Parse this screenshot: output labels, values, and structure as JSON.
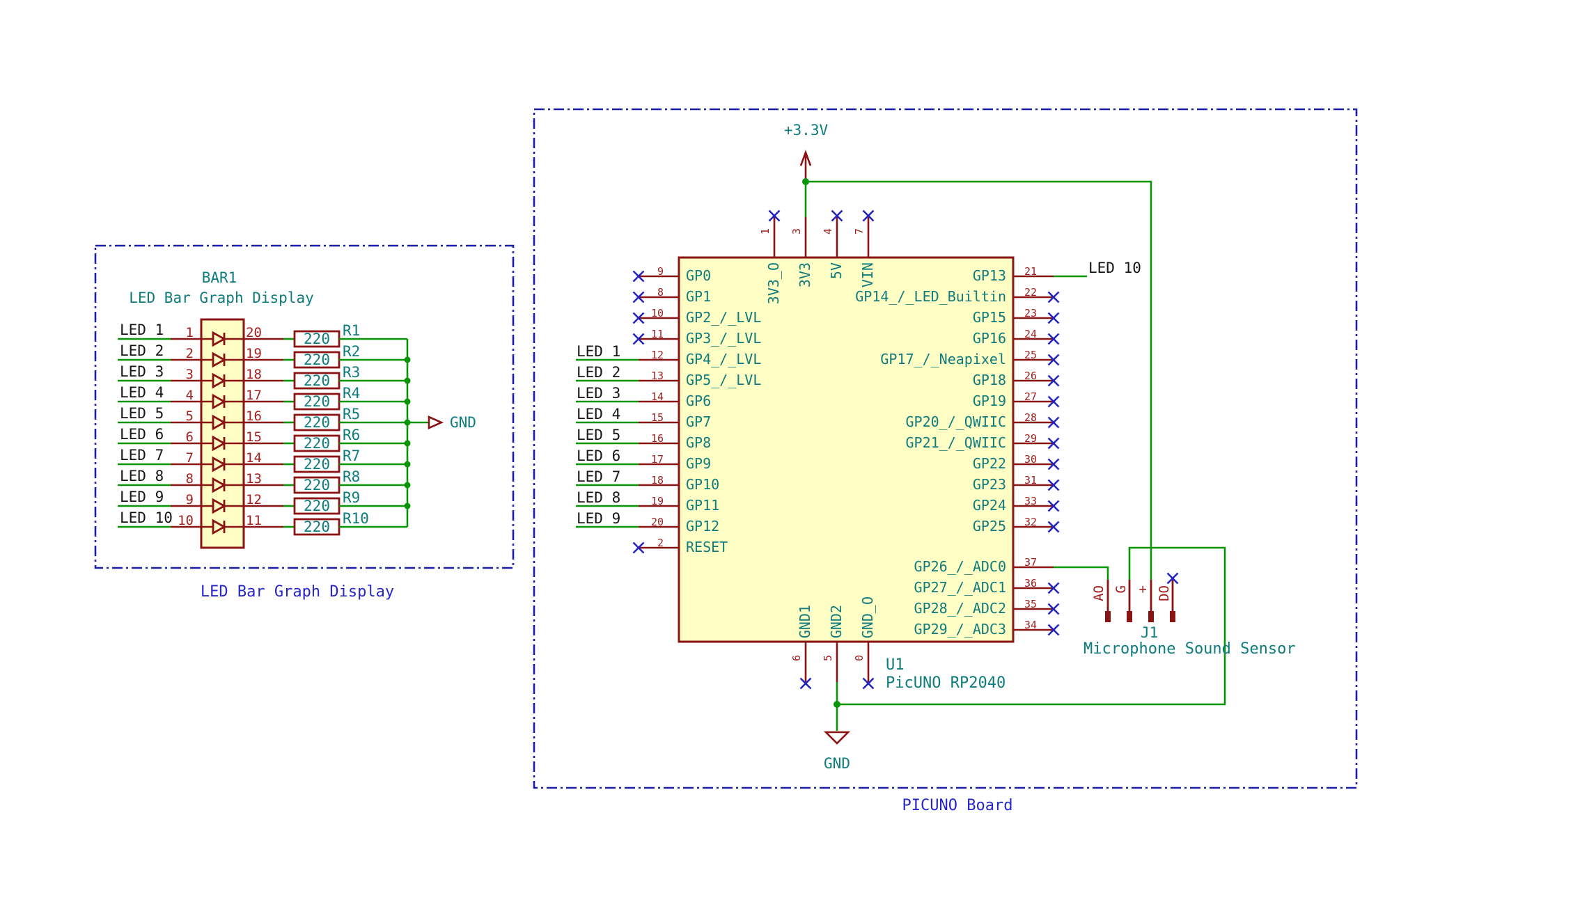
{
  "colors": {
    "wire_green": "#089608",
    "symbol_red": "#8a1313",
    "pin_number_red": "#a22020",
    "pin_name_teal": "#0e7c7c",
    "net_label_black": "#161616",
    "no_connect_blue": "#2324bd",
    "sheet_border_blue": "#1b1fa6",
    "sheet_text_blue": "#2626c9",
    "symbol_fill_yellow": "#fffec5"
  },
  "led_module": {
    "sheet_label": "LED Bar Graph Display",
    "ref": "BAR1",
    "value": "LED Bar Graph Display",
    "gnd_label": "GND",
    "rows": [
      {
        "net": "LED 1",
        "pin_l": "1",
        "pin_r": "20",
        "r_ref": "R1",
        "r_val": "220"
      },
      {
        "net": "LED 2",
        "pin_l": "2",
        "pin_r": "19",
        "r_ref": "R2",
        "r_val": "220"
      },
      {
        "net": "LED 3",
        "pin_l": "3",
        "pin_r": "18",
        "r_ref": "R3",
        "r_val": "220"
      },
      {
        "net": "LED 4",
        "pin_l": "4",
        "pin_r": "17",
        "r_ref": "R4",
        "r_val": "220"
      },
      {
        "net": "LED 5",
        "pin_l": "5",
        "pin_r": "16",
        "r_ref": "R5",
        "r_val": "220"
      },
      {
        "net": "LED 6",
        "pin_l": "6",
        "pin_r": "15",
        "r_ref": "R6",
        "r_val": "220"
      },
      {
        "net": "LED 7",
        "pin_l": "7",
        "pin_r": "14",
        "r_ref": "R7",
        "r_val": "220"
      },
      {
        "net": "LED 8",
        "pin_l": "8",
        "pin_r": "13",
        "r_ref": "R8",
        "r_val": "220"
      },
      {
        "net": "LED 9",
        "pin_l": "9",
        "pin_r": "12",
        "r_ref": "R9",
        "r_val": "220"
      },
      {
        "net": "LED 10",
        "pin_l": "10",
        "pin_r": "11",
        "r_ref": "R10",
        "r_val": "220"
      }
    ]
  },
  "picuno": {
    "sheet_label": "PICUNO Board",
    "ref": "U1",
    "value": "PicUNO RP2040",
    "power_label": "+3.3V",
    "gnd_label": "GND",
    "left_pins": [
      {
        "num": "9",
        "name": "GP0"
      },
      {
        "num": "8",
        "name": "GP1"
      },
      {
        "num": "10",
        "name": "GP2_/_LVL"
      },
      {
        "num": "11",
        "name": "GP3_/_LVL"
      },
      {
        "num": "12",
        "name": "GP4_/_LVL",
        "net": "LED 1"
      },
      {
        "num": "13",
        "name": "GP5_/_LVL",
        "net": "LED 2"
      },
      {
        "num": "14",
        "name": "GP6",
        "net": "LED 3"
      },
      {
        "num": "15",
        "name": "GP7",
        "net": "LED 4"
      },
      {
        "num": "16",
        "name": "GP8",
        "net": "LED 5"
      },
      {
        "num": "17",
        "name": "GP9",
        "net": "LED 6"
      },
      {
        "num": "18",
        "name": "GP10",
        "net": "LED 7"
      },
      {
        "num": "19",
        "name": "GP11",
        "net": "LED 8"
      },
      {
        "num": "20",
        "name": "GP12",
        "net": "LED 9"
      },
      {
        "num": "2",
        "name": "RESET"
      }
    ],
    "right_pins": [
      {
        "num": "21",
        "name": "GP13",
        "net": "LED 10"
      },
      {
        "num": "22",
        "name": "GP14_/_LED_Builtin"
      },
      {
        "num": "23",
        "name": "GP15"
      },
      {
        "num": "24",
        "name": "GP16"
      },
      {
        "num": "25",
        "name": "GP17_/_Neapixel"
      },
      {
        "num": "26",
        "name": "GP18"
      },
      {
        "num": "27",
        "name": "GP19"
      },
      {
        "num": "28",
        "name": "GP20_/_QWIIC"
      },
      {
        "num": "29",
        "name": "GP21_/_QWIIC"
      },
      {
        "num": "30",
        "name": "GP22"
      },
      {
        "num": "31",
        "name": "GP23"
      },
      {
        "num": "33",
        "name": "GP24"
      },
      {
        "num": "32",
        "name": "GP25"
      }
    ],
    "adc_pins": [
      {
        "num": "37",
        "name": "GP26_/_ADC0"
      },
      {
        "num": "36",
        "name": "GP27_/_ADC1"
      },
      {
        "num": "35",
        "name": "GP28_/_ADC2"
      },
      {
        "num": "34",
        "name": "GP29_/_ADC3"
      }
    ],
    "top_pins": [
      {
        "num": "1",
        "name": "3V3_O"
      },
      {
        "num": "3",
        "name": "3V3"
      },
      {
        "num": "4",
        "name": "5V"
      },
      {
        "num": "7",
        "name": "VIN"
      }
    ],
    "bottom_pins": [
      {
        "num": "6",
        "name": "GND1"
      },
      {
        "num": "5",
        "name": "GND2"
      },
      {
        "num": "0",
        "name": "GND_O"
      }
    ]
  },
  "sensor": {
    "ref": "J1",
    "value": "Microphone Sound Sensor",
    "pin_labels": [
      "AO",
      "G",
      "+",
      "DO"
    ]
  }
}
